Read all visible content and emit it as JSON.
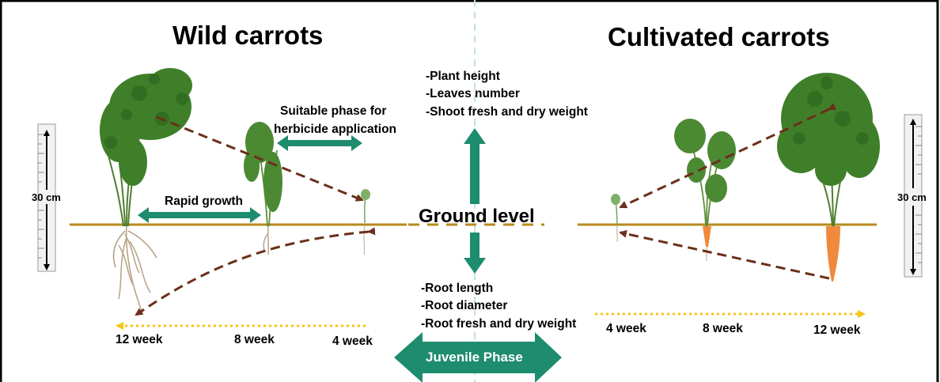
{
  "titles": {
    "wild": "Wild carrots",
    "cultivated": "Cultivated carrots"
  },
  "labels": {
    "suitable_phase": [
      "Suitable phase for",
      "herbicide application"
    ],
    "rapid_growth": "Rapid growth",
    "ground_level": "Ground level",
    "juvenile_phase": "Juvenile Phase",
    "ruler_left": "30 cm",
    "ruler_right": "30 cm"
  },
  "shoot_measurements": [
    "-Plant height",
    "-Leaves number",
    "-Shoot fresh and dry weight"
  ],
  "root_measurements": [
    "-Root length",
    "-Root diameter",
    "-Root fresh and dry weight"
  ],
  "weeks_wild": [
    "12 week",
    "8 week",
    "4 week"
  ],
  "weeks_cultivated": [
    "4 week",
    "8 week",
    "12 week"
  ],
  "colors": {
    "green_arrow": "#1e8c6e",
    "ground_line": "#b88a1c",
    "dashed_arrow": "#6b2f1a",
    "timeline": "#f5c518",
    "foliage": "#3f7f2a",
    "carrot_root": "#ef8a3c",
    "divider": "#bfe3df"
  }
}
